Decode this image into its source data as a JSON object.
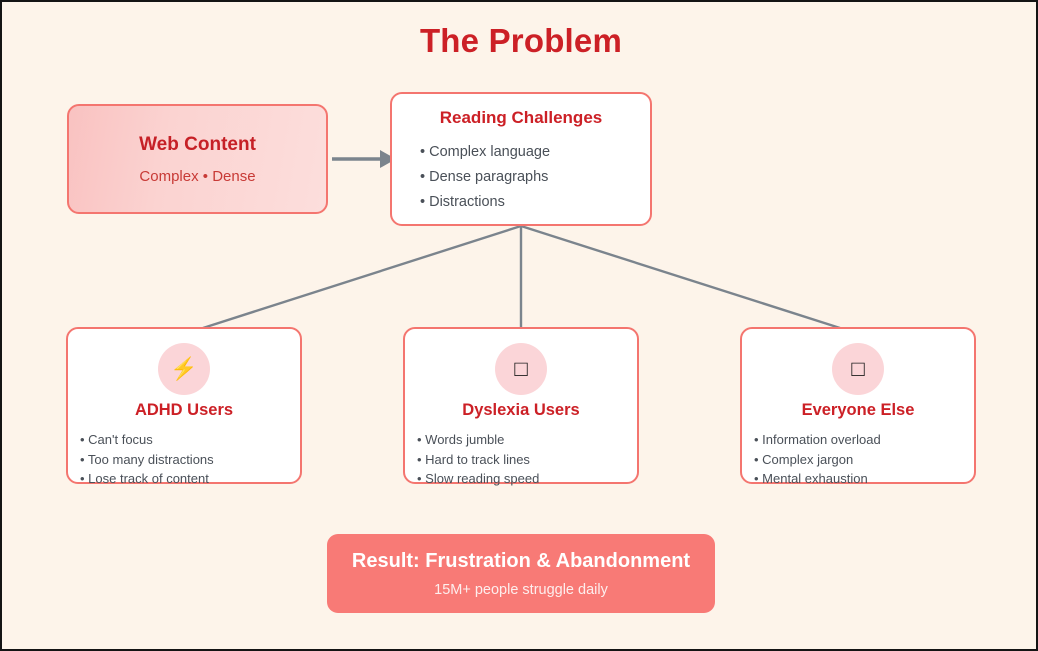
{
  "page": {
    "title": "The Problem",
    "background_color": "#fdf4ea",
    "accent_color": "#cc2026",
    "border_color": "#f4756f",
    "connector_color": "#7b848d"
  },
  "source_node": {
    "title": "Web Content",
    "subtitle": "Complex • Dense"
  },
  "challenges_node": {
    "title": "Reading Challenges",
    "bullets": [
      "• Complex language",
      "• Dense paragraphs",
      "• Distractions"
    ]
  },
  "audience_cards": [
    {
      "icon": "lightning-bolt-icon",
      "icon_glyph": "⚡",
      "title": "ADHD Users",
      "bullets": [
        "• Can't focus",
        "• Too many distractions",
        "• Lose track of content"
      ]
    },
    {
      "icon": "missing-glyph-icon",
      "icon_glyph": "□",
      "title": "Dyslexia Users",
      "bullets": [
        "• Words jumble",
        "• Hard to track lines",
        "• Slow reading speed"
      ]
    },
    {
      "icon": "missing-glyph-icon",
      "icon_glyph": "□",
      "title": "Everyone Else",
      "bullets": [
        "• Information overload",
        "• Complex jargon",
        "• Mental exhaustion"
      ]
    }
  ],
  "result_banner": {
    "title": "Result: Frustration & Abandonment",
    "subtitle": "15M+ people struggle daily"
  }
}
